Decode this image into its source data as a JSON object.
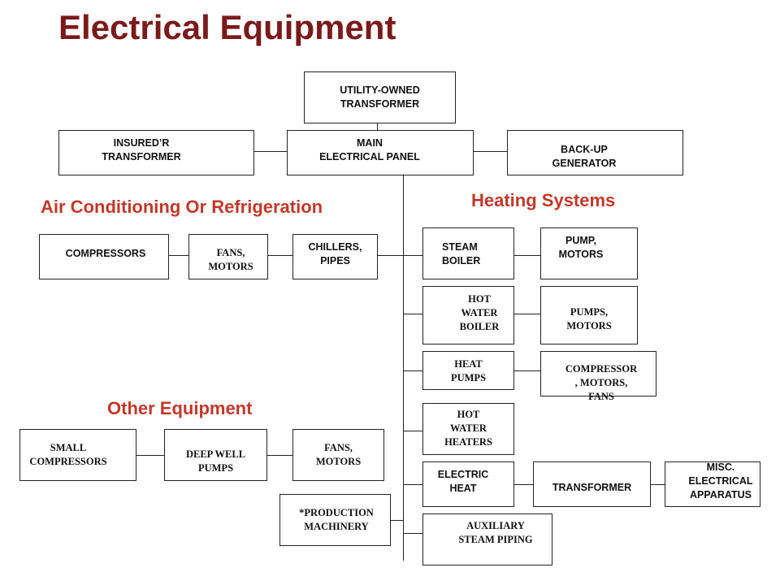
{
  "title": "Electrical Equipment",
  "colors": {
    "title": "#7a1a1a",
    "heading": "#c0392b",
    "border": "#222222"
  },
  "headings": {
    "air_conditioning": "Air Conditioning Or Refrigeration",
    "heating": "Heating Systems",
    "other": "Other Equipment"
  },
  "boxes": {
    "utility_transformer": "UTILITY-OWNED\nTRANSFORMER",
    "insured_transformer": "INSURED’R\nTRANSFORMER",
    "main_panel": "MAIN\nELECTRICAL PANEL",
    "backup_generator": "BACK-UP\nGENERATOR",
    "compressors": "COMPRESSORS",
    "ac_fans_motors": "FANS,\nMOTORS",
    "chillers_pipes": "CHILLERS,\nPIPES",
    "steam_boiler": "STEAM\nBOILER",
    "pump_motors": "PUMP,\nMOTORS",
    "hot_water_boiler": "HOT\nWATER\nBOILER",
    "pumps_motors": "PUMPS,\nMOTORS",
    "heat_pumps": "HEAT\nPUMPS",
    "compressor_motors_fans": "COMPRESSOR\n, MOTORS,\nFANS",
    "hot_water_heaters": "HOT\nWATER\nHEATERS",
    "electric_heat": "ELECTRIC\nHEAT",
    "heat_transformer": "TRANSFORMER",
    "misc_apparatus": "MISC.\nELECTRICAL\nAPPARATUS",
    "auxiliary_steam": "AUXILIARY\nSTEAM PIPING",
    "small_compressors": "SMALL\nCOMPRESSORS",
    "deep_well_pumps": "DEEP WELL\nPUMPS",
    "other_fans_motors": "FANS,\nMOTORS",
    "production_machinery": "*PRODUCTION\nMACHINERY"
  }
}
